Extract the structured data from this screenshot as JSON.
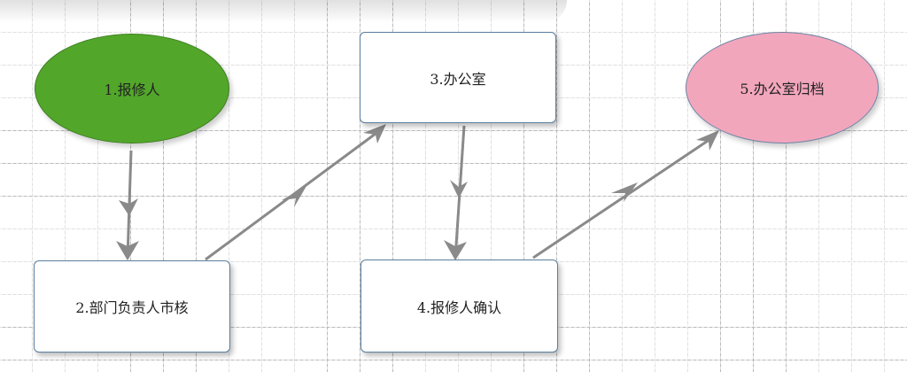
{
  "nodes": [
    {
      "label": "1.报修人",
      "shape": "ellipse",
      "fill": "#52a72a"
    },
    {
      "label": "2.部门负责人市核",
      "shape": "rect",
      "fill": "#ffffff"
    },
    {
      "label": "3.办公室",
      "shape": "rect",
      "fill": "#ffffff"
    },
    {
      "label": "4.报修人确认",
      "shape": "rect",
      "fill": "#ffffff"
    },
    {
      "label": "5.办公室归档",
      "shape": "ellipse",
      "fill": "#f2a6bc"
    }
  ],
  "edges": [
    {
      "from": "1.报修人",
      "to": "2.部门负责人市核"
    },
    {
      "from": "2.部门负责人市核",
      "to": "3.办公室"
    },
    {
      "from": "3.办公室",
      "to": "4.报修人确认"
    },
    {
      "from": "4.报修人确认",
      "to": "5.办公室归档"
    }
  ],
  "colors": {
    "connector": "#8a8a8a",
    "node_border": "#5a7fa0"
  }
}
